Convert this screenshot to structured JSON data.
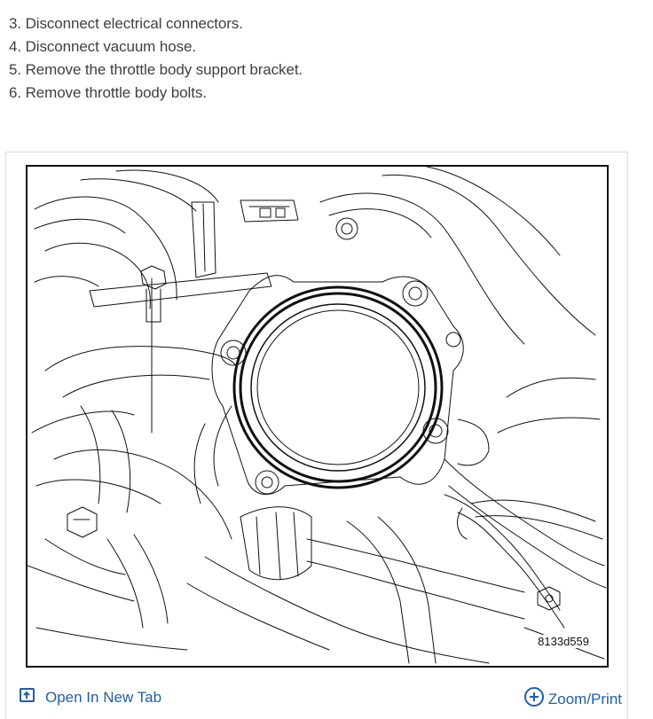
{
  "instructions": {
    "steps": [
      "3. Disconnect electrical connectors.",
      "4. Disconnect vacuum hose.",
      "5. Remove the throttle body support bracket.",
      "6. Remove throttle body bolts."
    ]
  },
  "figure": {
    "figure_id": "8133d559",
    "open_label": "Open In New Tab",
    "zoom_label": "Zoom/Print",
    "link_color": "#1f5fa8",
    "open_icon": "open-in-new-tab-icon",
    "zoom_icon": "zoom-plus-icon"
  }
}
